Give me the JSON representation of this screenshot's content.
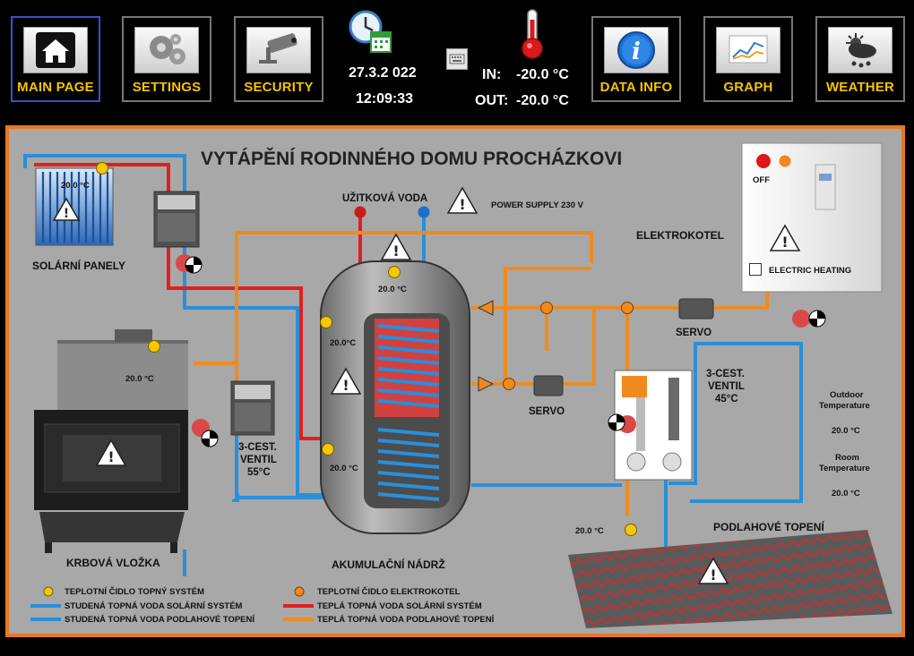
{
  "nav": {
    "main_page": "MAIN PAGE",
    "settings": "SETTINGS",
    "security": "SECURITY",
    "data_info": "DATA INFO",
    "graph": "GRAPH",
    "weather": "WEATHER"
  },
  "header": {
    "date": "27.3.2 022",
    "time": "12:09:33",
    "in_label": "IN:",
    "in_value": "-20.0 °C",
    "out_label": "OUT:",
    "out_value": "-20.0 °C"
  },
  "diagram": {
    "title": "VYTÁPĚNÍ RODINNÉHO DOMU PROCHÁZKOVI",
    "solar_panels": "SOLÁRNÍ PANELY",
    "solar_temp": "20.0 °C",
    "hot_water": "UŽITKOVÁ VODA",
    "power_supply": "POWER SUPPLY 230 V",
    "boiler": "ELEKTROKOTEL",
    "boiler_state": "OFF",
    "electric_heating": "ELECTRIC HEATING",
    "tank_top_temp": "20.0 °C",
    "tank_mid_temp": "20.0°C",
    "tank_bottom_temp": "20.0 °C",
    "fireplace_temp": "20.0 °C",
    "fireplace": "KRBOVÁ VLOŽKA",
    "valve1_l1": "3-CEST.",
    "valve1_l2": "VENTIL",
    "valve1_l3": "55°C",
    "valve2_l1": "3-CEST.",
    "valve2_l2": "VENTIL",
    "valve2_l3": "45°C",
    "servo1": "SERVO",
    "servo2": "SERVO",
    "tank": "AKUMULAČNÍ NÁDRŽ",
    "floor_heating": "PODLAHOVÉ TOPENÍ",
    "floor_temp": "20.0 °C",
    "outdoor_l1": "Outdoor",
    "outdoor_l2": "Temperature",
    "outdoor_value": "20.0 °C",
    "room_l1": "Room",
    "room_l2": "Temperature",
    "room_value": "20.0 °C"
  },
  "legend": {
    "yellow_sensor": "TEPLOTNÍ ČIDLO TOPNÝ SYSTÉM",
    "orange_sensor": "TEPLOTNÍ ČIDLO ELEKTROKOTEL",
    "cold_solar": "STUDENÁ TOPNÁ VODA SOLÁRNÍ SYSTÉM",
    "hot_solar": "TEPLÁ TOPNÁ VODA SOLÁRNÍ SYSTÉM",
    "cold_floor": "STUDENÁ TOPNÁ VODA PODLAHOVÉ TOPENÍ",
    "hot_floor": "TEPLÁ TOPNÁ VODA PODLAHOVÉ TOPENÍ"
  },
  "colors": {
    "nav_label": "#f3c400",
    "active_border": "#3a4fd0",
    "frame": "#e8781e",
    "pipe_cold": "#2a8fd8",
    "pipe_hot_solar": "#e02020",
    "pipe_hot_floor": "#ef8a1f",
    "sensor_yellow": "#f5c800",
    "sensor_orange": "#f08a1c"
  },
  "icons": [
    "home-icon",
    "gears-icon",
    "camera-icon",
    "calendar-clock-icon",
    "keyboard-icon",
    "thermometer-icon",
    "info-icon",
    "graph-icon",
    "weather-icon",
    "warning-icon",
    "pump-icon",
    "valve-icon"
  ]
}
